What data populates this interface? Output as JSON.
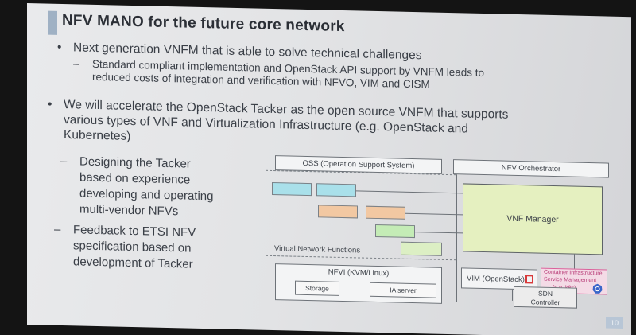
{
  "slide": {
    "title": "NFV MANO for the future core network",
    "bullet1": {
      "mark": "•",
      "text": "Next generation VNFM that is able to solve technical challenges",
      "sub_mark": "–",
      "sub_line1": "Standard compliant implementation and OpenStack API support by VNFM leads to",
      "sub_line2": "reduced costs of integration and verification with NFVO, VIM and CISM"
    },
    "bullet2": {
      "mark": "•",
      "line1": "We will accelerate the OpenStack Tacker as the open source VNFM that supports",
      "line2": "various types of VNF and Virtualization Infrastructure (e.g. OpenStack and",
      "line3": "Kubernetes)"
    },
    "sub_a": {
      "mark": "–",
      "line1": "Designing the Tacker",
      "line2": "based on experience",
      "line3": "developing and operating",
      "line4": "multi-vendor NFVs"
    },
    "sub_b": {
      "mark": "–",
      "line1": "Feedback to ETSI NFV",
      "line2": "specification based on",
      "line3": "development of Tacker"
    },
    "page_number": "10"
  },
  "diagram": {
    "oss": "OSS (Operation Support System)",
    "nfvo": "NFV Orchestrator",
    "vnfm": "VNF Manager",
    "vnf_group": "Virtual Network Functions",
    "nfvi": "NFVI (KVM/Linux)",
    "storage": "Storage",
    "ia_server": "IA server",
    "vim": "VIM (OpenStack)",
    "cism_line1": "Container Infrastructure",
    "cism_line2": "Service Management",
    "cism_line3": "(e.g. k8s)",
    "sdn_line1": "SDN",
    "sdn_line2": "Controller",
    "colors": {
      "vnf_cyan": "#a9e0ea",
      "vnf_orange": "#f2c8a2",
      "vnf_green": "#c4ecb6",
      "vnf_lime": "#dcefc4",
      "vnfm_fill": "#e5f0c0",
      "cism_border": "#d9609a",
      "cism_fill": "#f4dbe6"
    }
  }
}
